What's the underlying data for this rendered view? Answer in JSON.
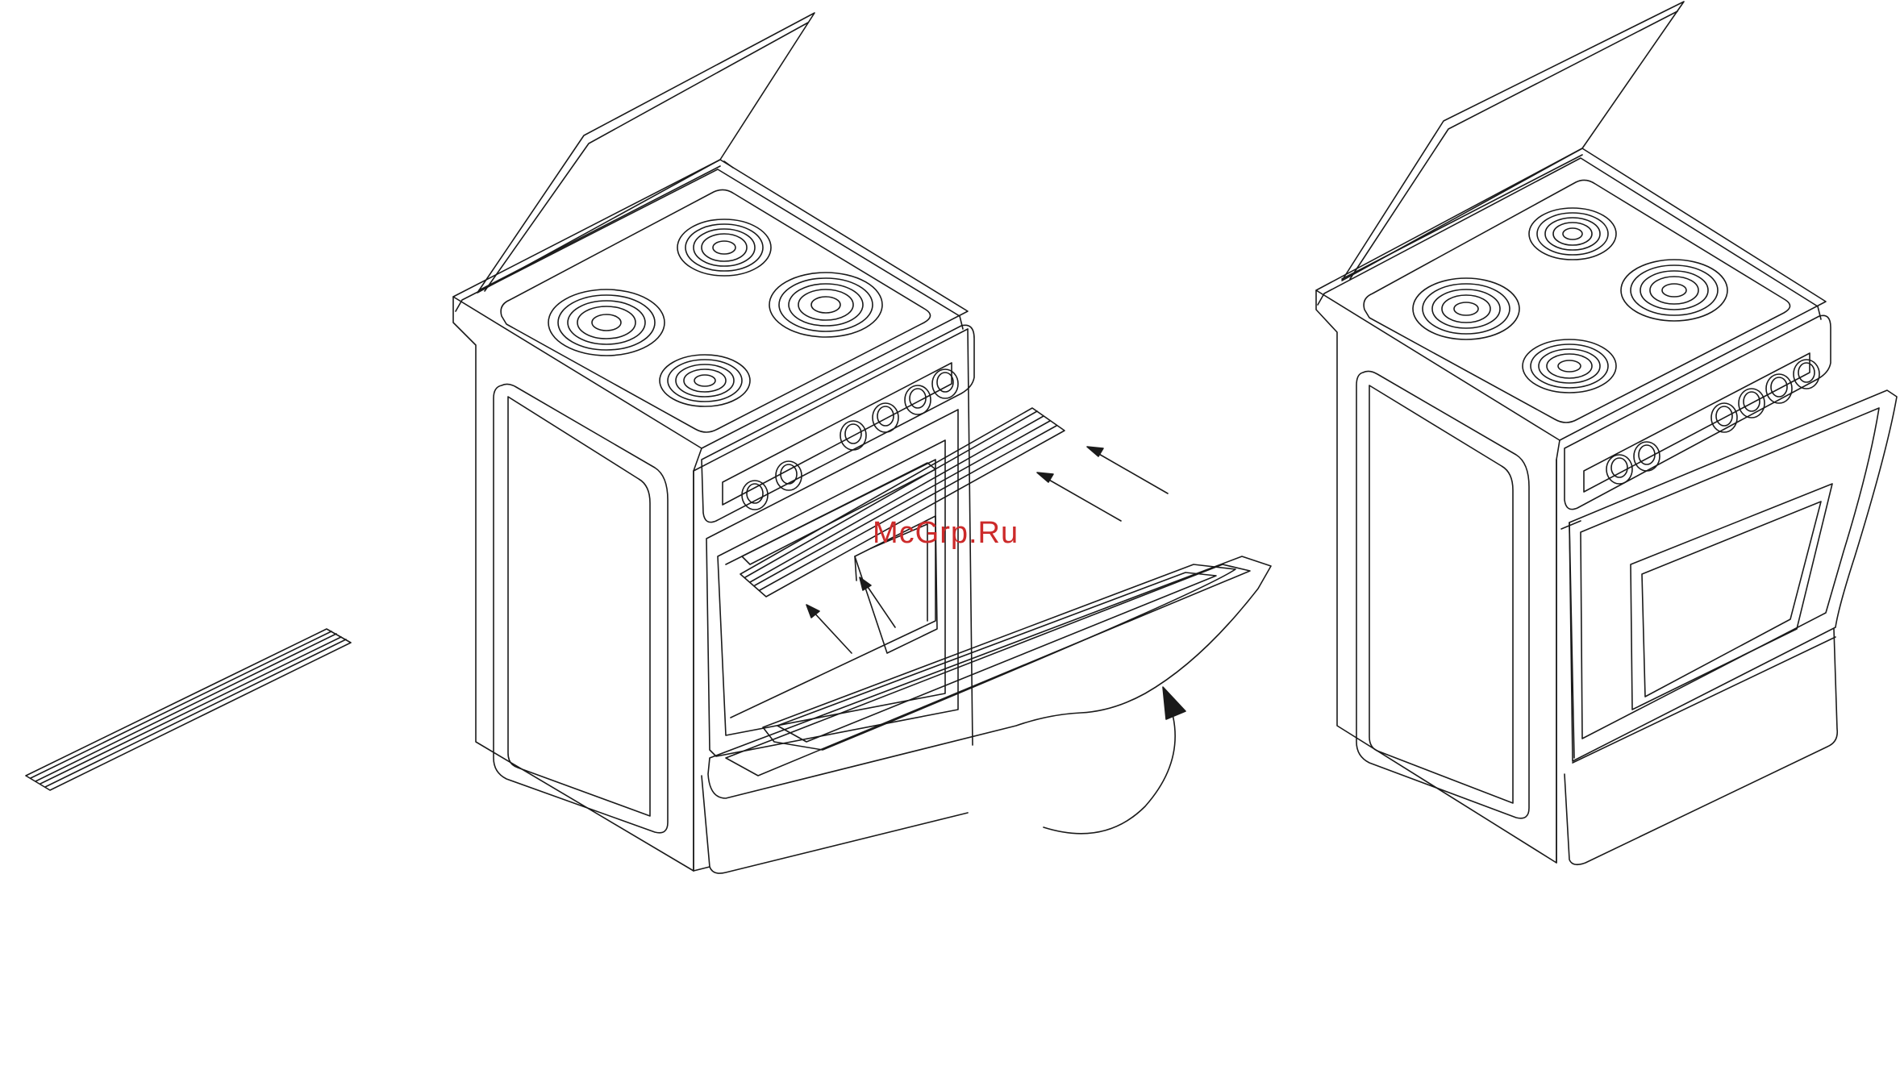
{
  "watermark": {
    "text": "McGrp.Ru",
    "color": "#cc2a2a"
  },
  "colors": {
    "line": "#1a1a1a",
    "background": "#ffffff"
  },
  "figures": [
    {
      "name": "trim-strip",
      "description_icon": "strip-part-icon"
    },
    {
      "name": "cooker-open-door",
      "burners": 4,
      "knobs": 6,
      "door": "open",
      "arrows": 4
    },
    {
      "name": "cooker-closed-door",
      "burners": 4,
      "knobs": 6,
      "door": "closed"
    }
  ]
}
